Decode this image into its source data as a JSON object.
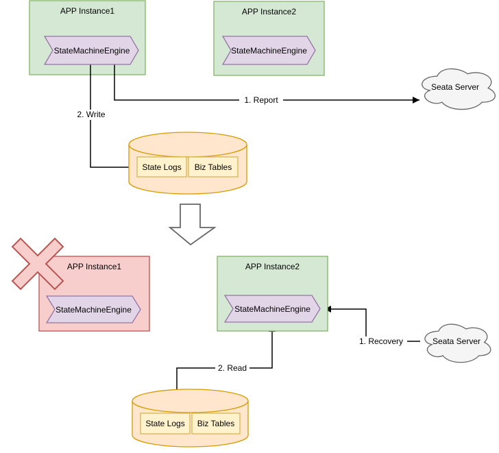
{
  "diagram": {
    "colors": {
      "healthy_fill": "#d5e8d4",
      "healthy_stroke": "#82b366",
      "failed_fill": "#f8cecc",
      "failed_stroke": "#b85450",
      "engine_fill": "#e1d5e7",
      "engine_stroke": "#9673a6",
      "db_fill": "#ffe6cc",
      "db_stroke": "#d79b00",
      "table_fill": "#fff2cc",
      "table_stroke": "#d6b656",
      "cloud_fill": "#f5f5f5",
      "cloud_stroke": "#666666",
      "transition_fill": "#ffffff",
      "transition_stroke": "#666666"
    },
    "top": {
      "instance1_title": "APP Instance1",
      "instance1_engine": "StateMachineEngine",
      "instance2_title": "APP Instance2",
      "instance2_engine": "StateMachineEngine",
      "cloud_label": "Seata Server",
      "tables": [
        "State Logs",
        "Biz Tables"
      ],
      "arrow_report": "1. Report",
      "arrow_write": "2. Write"
    },
    "bottom": {
      "instance1_title": "APP Instance1",
      "instance1_engine": "StateMachineEngine",
      "instance2_title": "APP Instance2",
      "instance2_engine": "StateMachineEngine",
      "cloud_label": "Seata Server",
      "tables": [
        "State Logs",
        "Biz Tables"
      ],
      "arrow_recovery": "1. Recovery",
      "arrow_read": "2. Read"
    }
  }
}
